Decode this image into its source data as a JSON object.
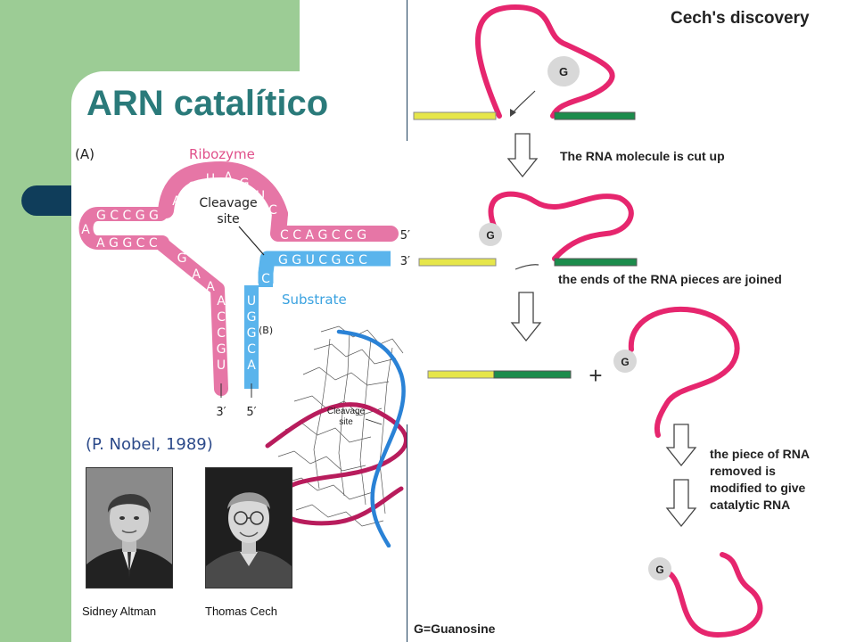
{
  "slide": {
    "title": "ARN catalítico",
    "nobel": "(P. Nobel, 1989)"
  },
  "ribozyme": {
    "panel_a": "(A)",
    "panel_b": "(B)",
    "ribozyme_label": "Ribozyme",
    "substrate_label": "Substrate",
    "cleavage_label_line1": "Cleavage",
    "cleavage_label_line2": "site",
    "loop_bases": [
      "G",
      "U",
      "A",
      "G",
      "U",
      "C"
    ],
    "left_stem_top": "G C C G G",
    "left_stem_bottom": "A G G C C",
    "loop_left_base": "A",
    "left_a_base": "A",
    "left_connector": [
      "G",
      "A",
      "A"
    ],
    "right_pink": "C C A G C C G",
    "right_blue": "G G U C G G C",
    "blue_c": "C",
    "pink_col": [
      "A",
      "C",
      "C",
      "G",
      "U"
    ],
    "blue_col": [
      "U",
      "G",
      "G",
      "C",
      "A"
    ],
    "end_5_top": "5′",
    "end_3_right": "3′",
    "end_3_bottom": "3′",
    "end_5_bottom": "5′",
    "model_cleavage_line1": "Cleavage",
    "model_cleavage_line2": "site"
  },
  "people": [
    {
      "name": "Sidney Altman"
    },
    {
      "name": "Thomas Cech"
    }
  ],
  "cech": {
    "title": "Cech's discovery",
    "g": "G",
    "plus": "+",
    "step1": "The RNA molecule is cut up",
    "step2": "the ends of the RNA pieces are joined",
    "step3_line1": "the piece of RNA",
    "step3_line2": "removed is",
    "step3_line3": "modified to give",
    "step3_line4": "catalytic RNA",
    "legend": "G=Guanosine"
  },
  "colors": {
    "green_panel": "#9ccc95",
    "navy": "#0f3d5a",
    "title": "#2a7a7a",
    "ribozyme_pink": "#e676a6",
    "substrate_blue": "#5ab4ec",
    "rna_magenta": "#e6266e",
    "exon_yellow": "#e6e64a",
    "exon_green": "#1c8c4c"
  }
}
